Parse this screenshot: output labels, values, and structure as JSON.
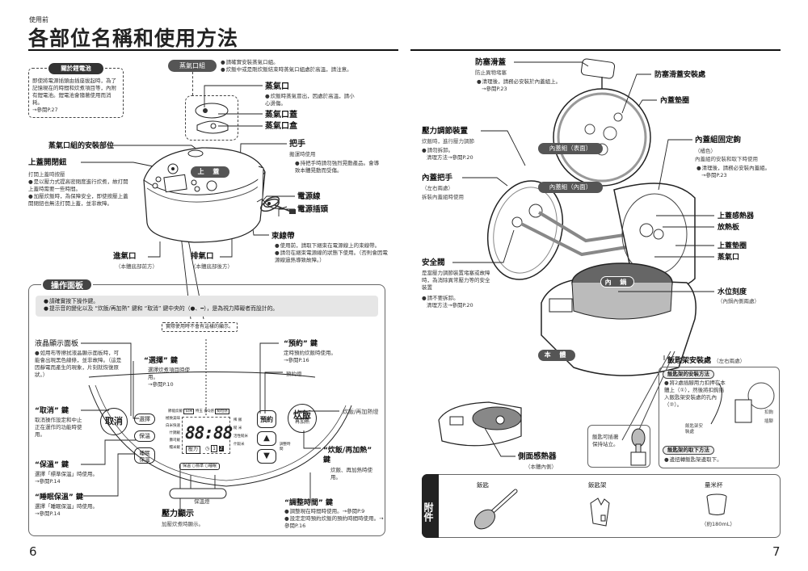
{
  "left_page": {
    "section_label": "使用前",
    "title": "各部位名稱和使用方法",
    "battery_box": {
      "title": "關於鋰電池",
      "text": "即使將電源插頭由插座拔起時，為了記憶現在的時間和炊煮項目等，內附有鋰電池。鋰電池會隨著使用而消耗。",
      "ref": "→參閱P.27"
    },
    "steam_vent_set": {
      "badge": "蒸氣口組",
      "notes": [
        "請確實安裝蒸氣口組。",
        "炊飯中或是剛炊飯結束時蒸氣口組處於高溫，請注意。"
      ],
      "vent": {
        "label": "蒸氣口",
        "note": "炊飯時蒸氣冒出，因處於高溫，請小心燙傷。"
      },
      "vent_cap": "蒸氣口蓋",
      "vent_box": "蒸氣口盒"
    },
    "body_labels": {
      "steam_vent_location": "蒸氣口組的安裝部位",
      "lid_button": {
        "label": "上蓋開閉鈕",
        "sub": "打開上蓋時按壓",
        "notes": [
          "是以壓力式提高密閉度進行炊煮，故打開上蓋時需要一些時間。",
          "加壓炊飯時，為保障安全，即使按壓上蓋開閉鈕也無法打開上蓋，並非故障。"
        ]
      },
      "lid_badge": "上 蓋",
      "handle": {
        "label": "把手",
        "sub": "搬運時使用",
        "note": "持把手時請勿強烈晃動產品。會導致本體晃動而受傷。"
      },
      "power_cord": "電源線",
      "power_plug": "電源插頭",
      "cable_tie": {
        "label": "束線帶",
        "notes": [
          "使用前，請取下綑束在電源線上的束線帶。",
          "請勿在綑束電源線的狀態下使用。（否則會因電源線過熱導致故障。）"
        ]
      },
      "air_intake": {
        "label": "進氣口",
        "sub": "（本體底部前方）"
      },
      "exhaust": {
        "label": "排氣口",
        "sub": "（本體底部後方）"
      }
    },
    "control_panel": {
      "badge": "操作面板",
      "notes": [
        "請確實按下操作鍵。",
        "提示音的變化以及 “炊飯/再加熱” 鍵和 “取消” 鍵中央的（●、━），是為視力障礙者而設計的。"
      ],
      "disclaimer": "實際使用時不會有這樣的顯示。",
      "lcd": {
        "label": "液晶顯示面板",
        "note": "如用布等擦拭液晶顯示面板時，可能會出現黑色線條，並非故障。（這是因靜電而產生的現象，片刻就恢復原狀。）"
      },
      "select_key": {
        "label": "“選擇” 鍵",
        "sub": "選擇炊煮項目時使用。",
        "ref": "→參閱P.10"
      },
      "timer_key": {
        "label": "“預約” 鍵",
        "sub": "定時預約炊飯時使用。",
        "ref": "→參閱P.16"
      },
      "timer_lamp": "預約燈",
      "cancel_key": {
        "label": "“取消” 鍵",
        "sub": "取消操作設定和中止正在運作的功能時使用。"
      },
      "cook_lamp": "炊飯/再加熱燈",
      "cook_key": {
        "label": "“炊飯/再加熱” 鍵",
        "sub": "炊飯、再加熱時使用。"
      },
      "keep_warm_key": {
        "label": "“保溫” 鍵",
        "sub": "選擇「標準保溫」時使用。",
        "ref": "→參閱P.14"
      },
      "sleep_warm_key": {
        "label": "“睡眠保溫” 鍵",
        "sub": "選擇「睡眠保溫」時使用。",
        "ref": "→參閱P.14"
      },
      "warm_lamp": "保溫燈",
      "pressure_display": {
        "label": "壓力顯示",
        "sub": "加壓炊煮時顯示。"
      },
      "time_adjust_key": {
        "label": "“調整時間” 鍵",
        "notes": [
          "調整現在時間時使用。→參閱P.9",
          "設定定時預約炊飯的預約時間時使用。→參閱P.16"
        ]
      },
      "panel": {
        "cancel_btn": "取消",
        "select_btn": "選擇",
        "keepwarm_btn": "保溫",
        "sleepwarm_btn": "睡眠保溫",
        "timer_btn": "預約",
        "cook_btn_main": "炊飯",
        "cook_btn_sub": "再加熱",
        "up_btn": "▲",
        "down_btn": "▼",
        "adjust_time_lbl": "調整時間",
        "top_modes": [
          "節能炊飯",
          "白米",
          "特玉",
          "香Q感",
          "糙粒感"
        ],
        "left_modes": [
          "極致美味",
          "白米快速",
          "什錦飯",
          "壽司飯",
          "糯米飯"
        ],
        "right_modes": [
          "稀 飯",
          "糙 米",
          "活性糙米",
          "什穀米"
        ],
        "lcd_digits": "88:88",
        "pressure_chip": "壓力",
        "timer_chips": [
          "1",
          "2"
        ],
        "warm_row": [
          "保溫",
          "標準",
          "睡眠"
        ]
      }
    },
    "page_number": "6"
  },
  "right_page": {
    "anti_clog": {
      "label": "防塞滑蓋",
      "sub": "防止異物堵塞",
      "note": "清理後，請務必安裝於內蓋組上。",
      "ref": "→參閱P.23"
    },
    "anti_clog_site": "防塞滑蓋安裝處",
    "inner_lid_gasket": "內蓋墊圈",
    "inner_lid_front_badge": "內蓋組（表面）",
    "inner_lid_back_badge": "內蓋組（內面）",
    "pressure_regulator": {
      "label": "壓力調節裝置",
      "sub": "炊飯時，進行壓力調節",
      "notes": [
        "請勿拆卸。",
        "清理方法→參閱P.20"
      ]
    },
    "inner_lid_handle": {
      "label": "內蓋把手",
      "sub1": "（左右兩處）",
      "sub2": "拆裝內蓋組時使用"
    },
    "lid_hook": {
      "label": "內蓋組固定鉤",
      "sub1": "（橘色）",
      "sub2": "內蓋組的安裝和取下時使用",
      "note": "清理後，請務必安裝內蓋組。",
      "ref": "→參閱P.23"
    },
    "lid_sensor": "上蓋感熱器",
    "heat_plate": "放熱板",
    "lid_gasket": "上蓋墊圈",
    "steam_vent": "蒸氣口",
    "safety_valve": {
      "label": "安全閥",
      "sub": "是當壓力調節裝置堵塞或故障時，為消除異常壓力等的安全裝置",
      "notes": [
        "請不要拆卸。",
        "清理方法→參閱P.20"
      ]
    },
    "inner_pot_badge": "內 鍋",
    "water_level": {
      "label": "水位刻度",
      "sub": "（內鍋內側兩處）"
    },
    "body_badge": "本 體",
    "paddle_holder_site": {
      "label": "飯匙架安裝處",
      "sub": "（左右兩處）"
    },
    "paddle_install": {
      "title": "飯匙架的安裝方法",
      "note": "將2處插腳用力扣押在本體上（①），然後將扣鉤插入飯匙架安裝處的孔內（②）。",
      "callouts": [
        "扣鉤",
        "插腳",
        "飯匙架安裝處"
      ],
      "steps": [
        "①",
        "②"
      ]
    },
    "paddle_remove": {
      "title": "飯匙架的取下方法",
      "note": "邊扭轉飯匙架邊取下。"
    },
    "paddle_stand_note": "飯匙可插著保持站立。",
    "side_sensor": {
      "label": "側面感熱器",
      "sub": "（本體內側）"
    },
    "accessories": {
      "badge": "附件",
      "items": [
        {
          "name": "飯匙",
          "note": ""
        },
        {
          "name": "飯匙架",
          "note": ""
        },
        {
          "name": "量米杯",
          "note": "（約180mL）"
        }
      ]
    },
    "page_number": "7"
  }
}
